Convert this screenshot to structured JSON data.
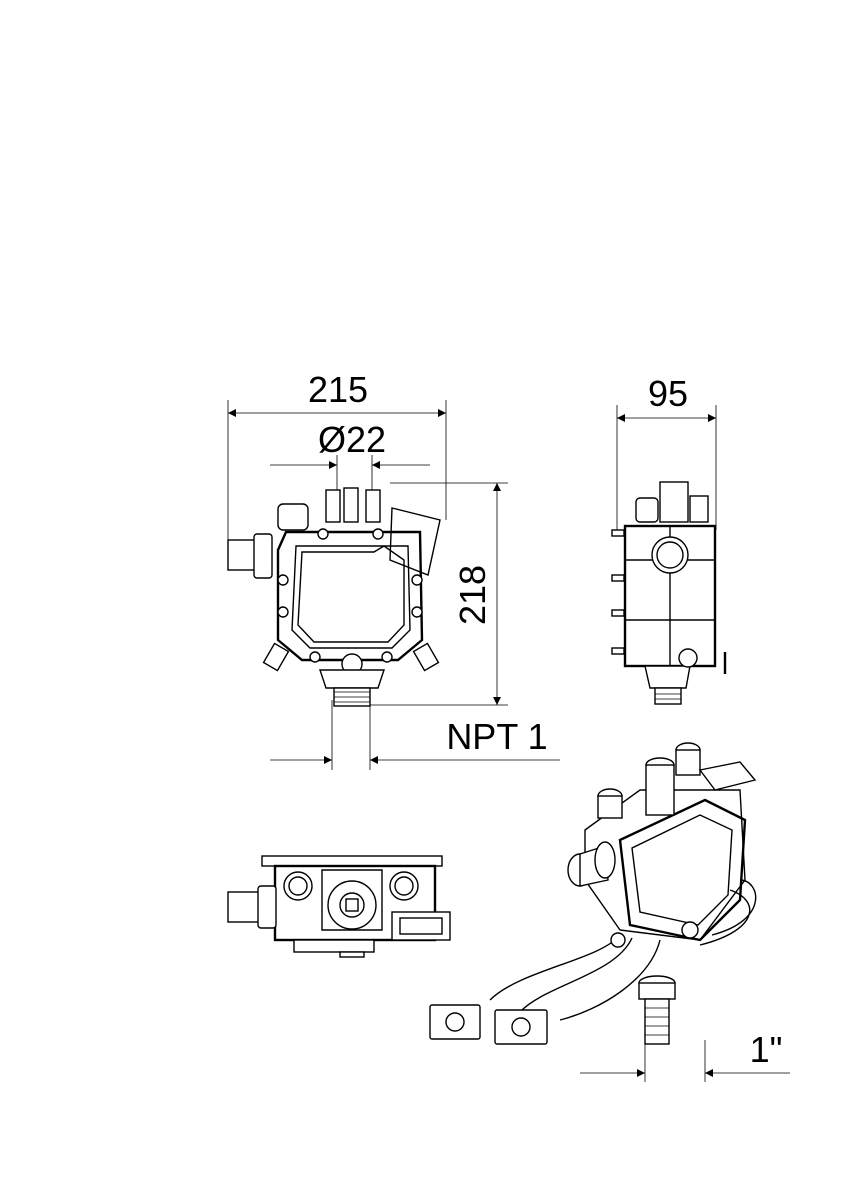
{
  "drawing": {
    "dimensions": {
      "width_front": "215",
      "inlet_diameter": "Ø22",
      "depth_side": "95",
      "height_front": "218",
      "outlet_thread": "NPT 1",
      "hose_connection": "1\""
    },
    "colors": {
      "line": "#000000",
      "background": "#ffffff"
    }
  }
}
